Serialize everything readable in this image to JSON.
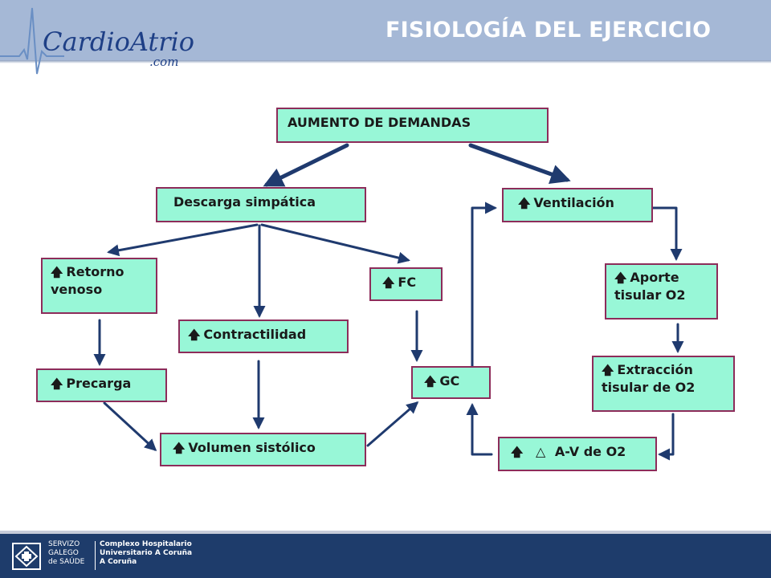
{
  "header": {
    "title": "FISIOLOGÍA DEL EJERCICIO"
  },
  "logo": {
    "name": "CardioAtrio",
    "suffix": ".com"
  },
  "diagram": {
    "nodes": {
      "aumento_demandas": "AUMENTO DE DEMANDAS",
      "descarga_simpatica": "Descarga simpática",
      "ventilacion": "Ventilación",
      "retorno_venoso": "Retorno venoso",
      "fc": "FC",
      "contractilidad": "Contractilidad",
      "aporte_tisular": "Aporte tisular O2",
      "precarga": "Precarga",
      "gc": "GC",
      "extraccion_tisular": "Extracción tisular de O2",
      "volumen_sistolico": "Volumen sistólico",
      "av_o2": "A-V de O2"
    },
    "up_symbol": "🡅",
    "delta_symbol": "△"
  },
  "footer": {
    "org": "SERVIZO\nGALEGO\nde SAÚDE",
    "hospital": "Complexo Hospitalario\nUniversitario A Coruña\nA Coruña"
  }
}
